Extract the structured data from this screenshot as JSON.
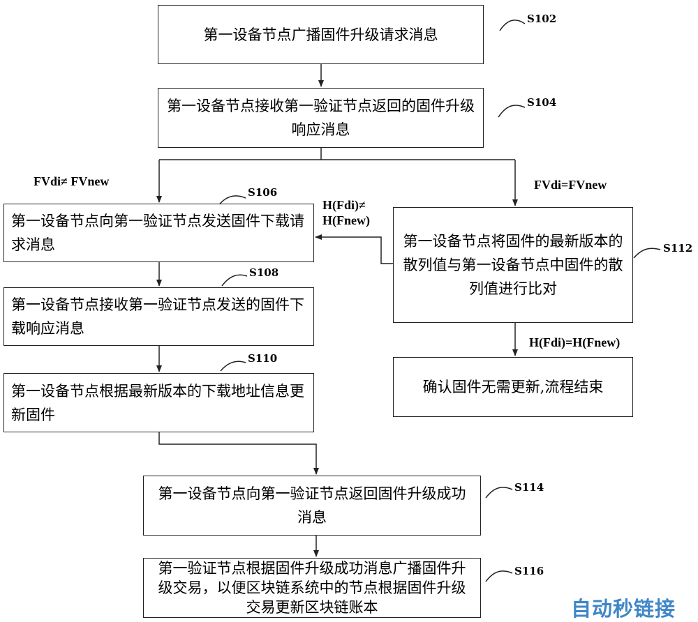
{
  "steps": [
    {
      "id": "S102",
      "text": "第一设备节点广播固件升级请求消息"
    },
    {
      "id": "S104",
      "text": "第一设备节点接收第一验证节点返回的固件升级响应消息"
    },
    {
      "id": "S106",
      "text": "第一设备节点向第一验证节点发送固件下载请求消息"
    },
    {
      "id": "S108",
      "text": "第一设备节点接收第一验证节点发送的固件下载响应消息"
    },
    {
      "id": "S110",
      "text": "第一设备节点根据最新版本的下载地址信息更新固件"
    },
    {
      "id": "S112",
      "text": "第一设备节点将固件的最新版本的散列值与第一设备节点中固件的散列值进行比对"
    },
    {
      "id": "S114",
      "text": "第一设备节点向第一验证节点返回固件升级成功消息"
    },
    {
      "id": "S116",
      "text": "第一验证节点根据固件升级成功消息广播固件升级交易，以便区块链系统中的节点根据固件升级交易更新区块链账本"
    }
  ],
  "end_box": "确认固件无需更新,流程结束",
  "conditions": {
    "version_differs": "FVdi≠ FVnew",
    "version_same": "FVdi=FVnew",
    "hash_differs": "H(Fdi)≠ H(Fnew)",
    "hash_same": "H(Fdi)=H(Fnew)"
  },
  "watermark": "自动秒链接",
  "colors": {
    "line": "#222222",
    "watermark": "#3f86c7"
  }
}
